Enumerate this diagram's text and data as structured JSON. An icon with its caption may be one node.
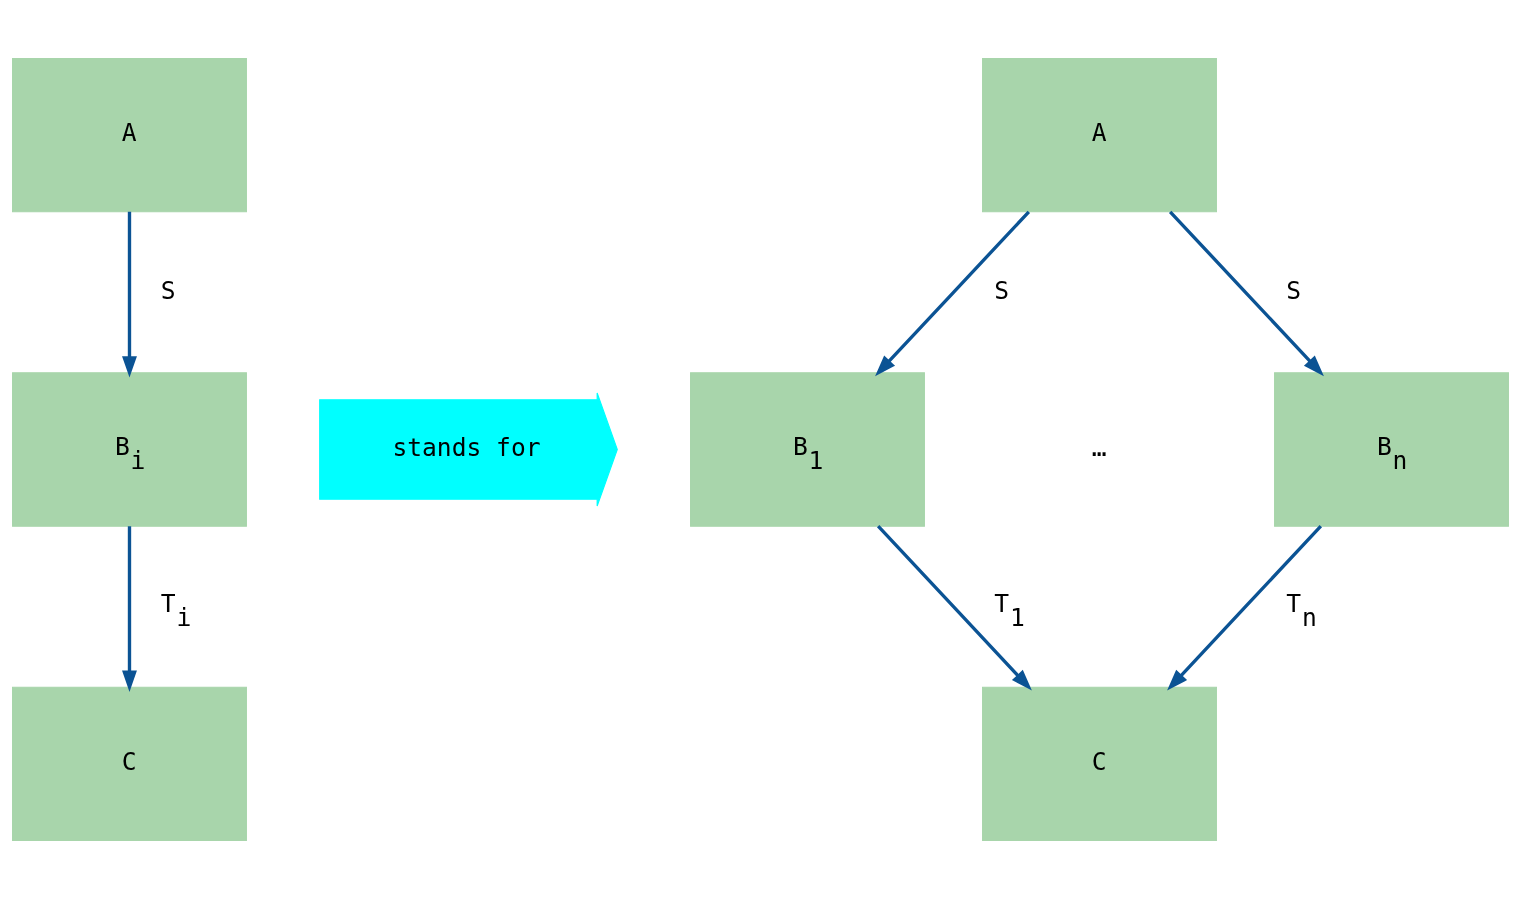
{
  "diagram": {
    "nodes": [
      {
        "text": [
          "A"
        ]
      },
      {
        "text": [
          "B$_{i}$"
        ]
      },
      {
        "text": [
          "C"
        ]
      },
      {
        "text": [
          "stands for"
        ]
      },
      {
        "text": [
          "A"
        ]
      },
      {
        "text": [
          "B$_{1}$"
        ]
      },
      {
        "text": [
          "B$_{n}$"
        ]
      },
      {
        "text": [
          "C"
        ]
      }
    ],
    "edges": [
      {
        "from": 0,
        "to": 1,
        "arrow": "to",
        "label": "S"
      },
      {
        "from": 1,
        "to": 2,
        "arrow": "to",
        "label": "T$_{i}$"
      },
      {
        "from": 4,
        "to": 5,
        "arrow": "to",
        "label": "S"
      },
      {
        "from": 4,
        "to": 6,
        "arrow": "to",
        "label": "S"
      },
      {
        "from": 5,
        "to": 7,
        "arrow": "to",
        "label": "T$_{1}$"
      },
      {
        "from": 6,
        "to": 7,
        "arrow": "to",
        "label": "T$_{n}$"
      }
    ],
    "labels": [
      "…"
    ]
  }
}
